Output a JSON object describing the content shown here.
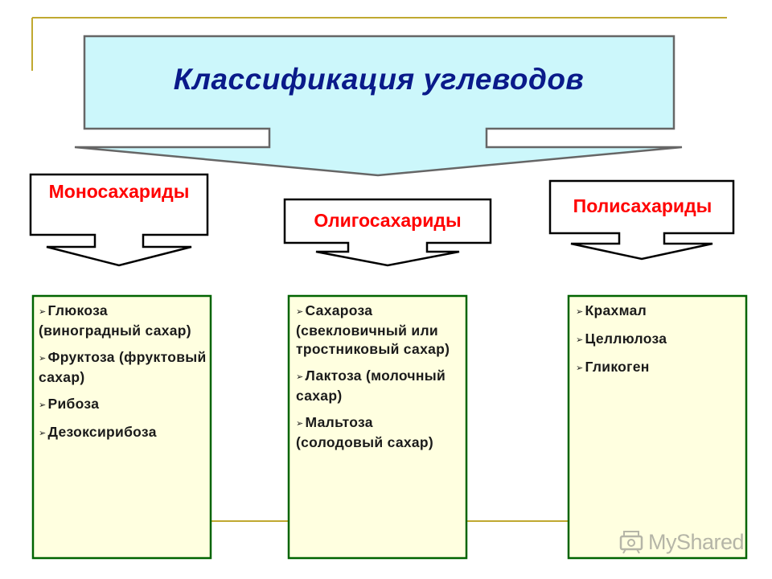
{
  "title": "Классификация углеводов",
  "categories": [
    {
      "label": "Моносахариды",
      "items": [
        "Глюкоза (виноградный сахар)",
        "Фруктоза (фруктовый сахар)",
        "Рибоза",
        "Дезоксирибоза"
      ]
    },
    {
      "label": "Олигосахариды",
      "items": [
        "Сахароза (свекловичный или тростниковый сахар)",
        "Лактоза (молочный сахар)",
        "Мальтоза (солодовый сахар)"
      ]
    },
    {
      "label": "Полисахариды",
      "items": [
        "Крахмал",
        "Целлюлоза",
        "Гликоген"
      ]
    }
  ],
  "watermark": "MyShared",
  "colors": {
    "title_fill": "#ccf7fb",
    "title_text": "#0a1a8a",
    "category_text": "#ff0000",
    "list_fill": "#ffffe0",
    "list_border": "#006400",
    "accent_line": "#c0a830"
  }
}
